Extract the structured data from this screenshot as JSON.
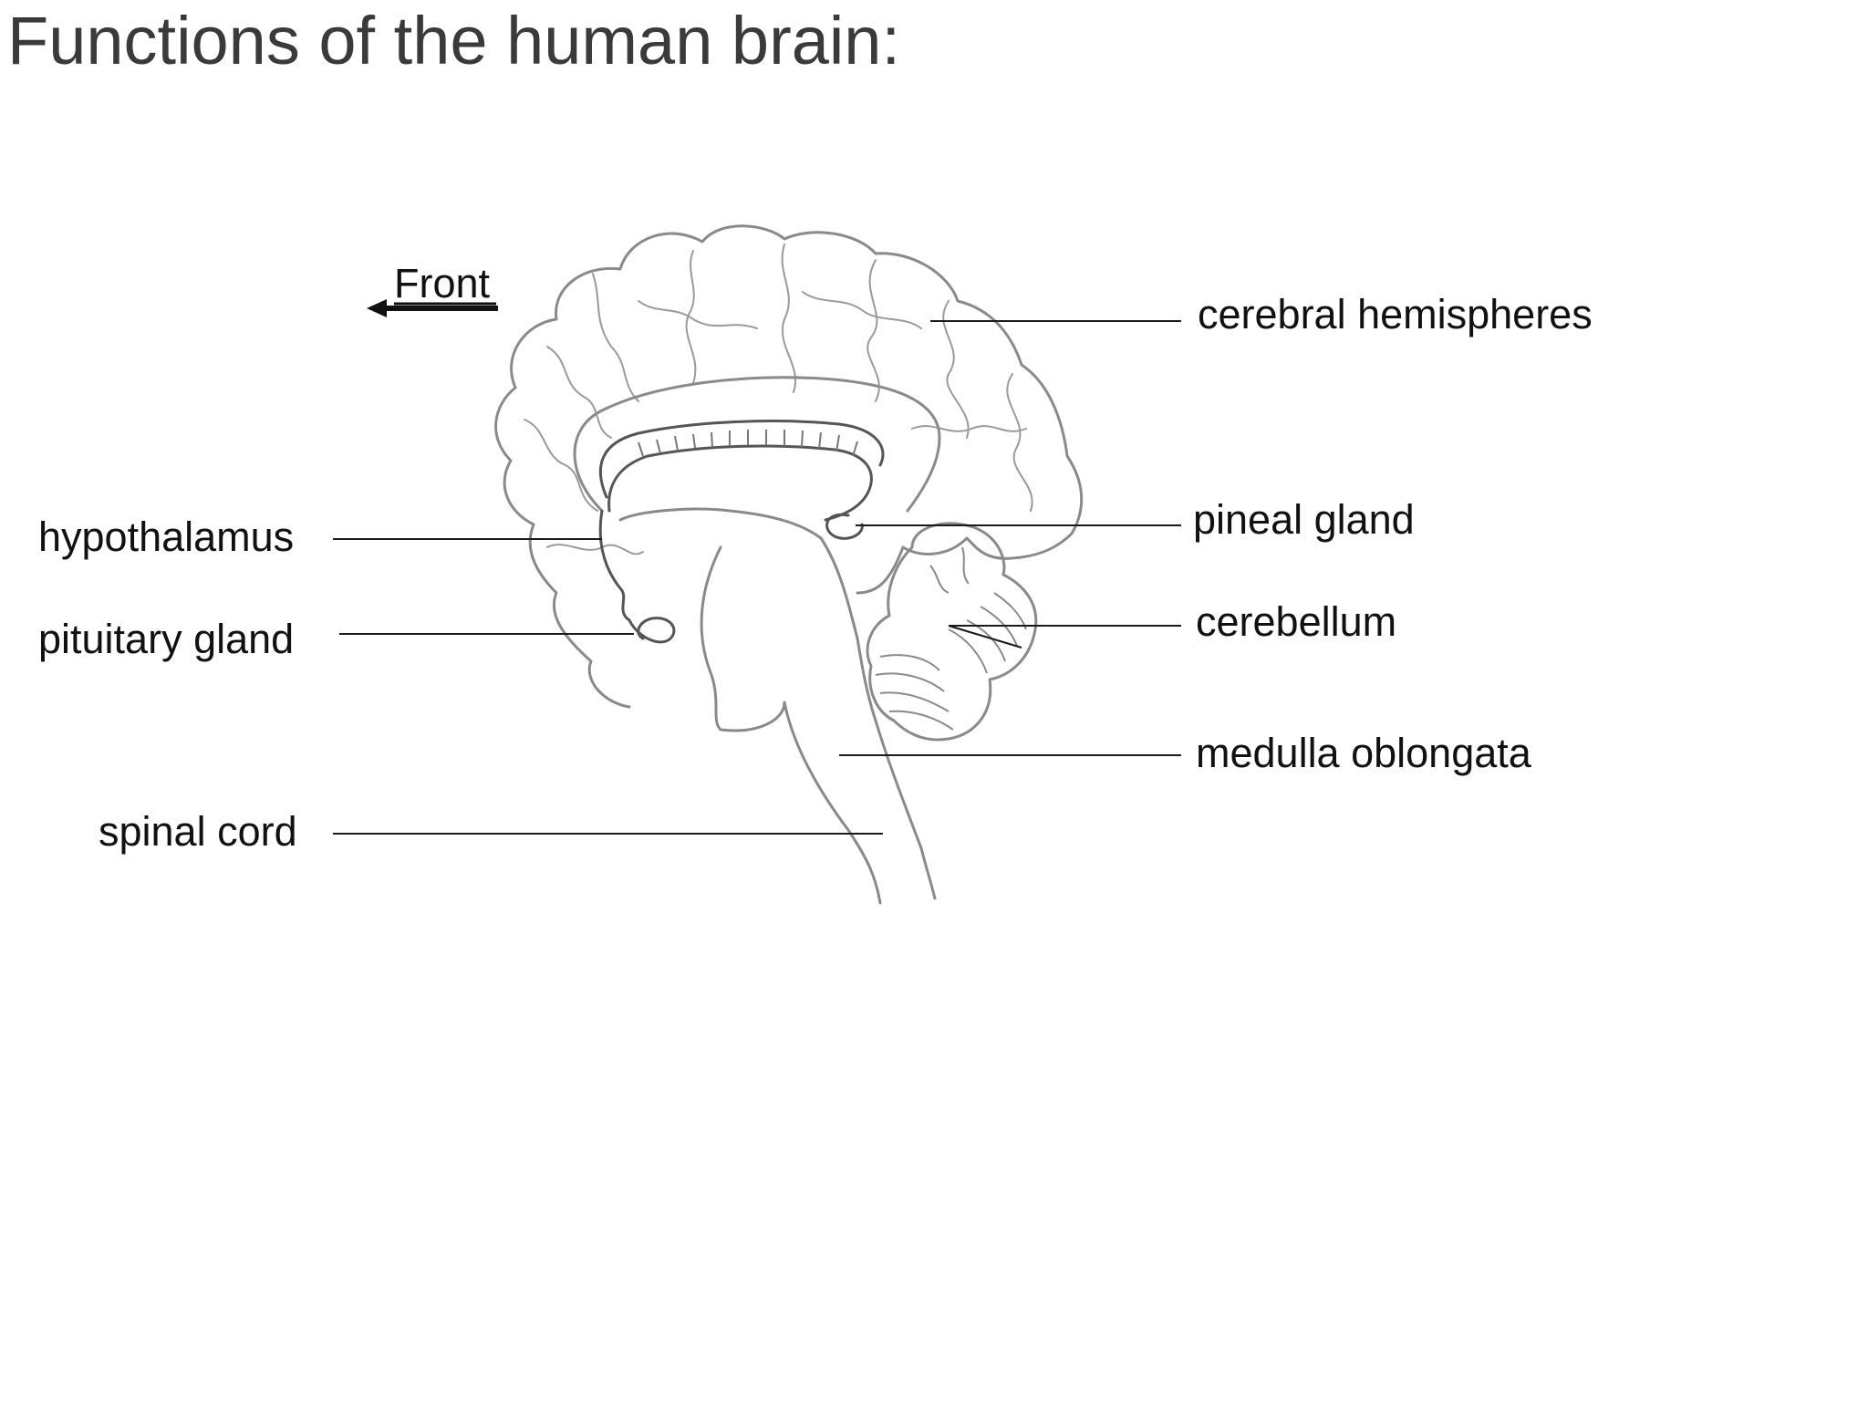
{
  "title": "Functions of the human brain:",
  "orientation": {
    "label": "Front"
  },
  "labels": {
    "cerebral_hemispheres": "cerebral hemispheres",
    "pineal_gland": "pineal gland",
    "cerebellum": "cerebellum",
    "medulla_oblongata": "medulla oblongata",
    "hypothalamus": "hypothalamus",
    "pituitary_gland": "pituitary gland",
    "spinal_cord": "spinal cord"
  }
}
